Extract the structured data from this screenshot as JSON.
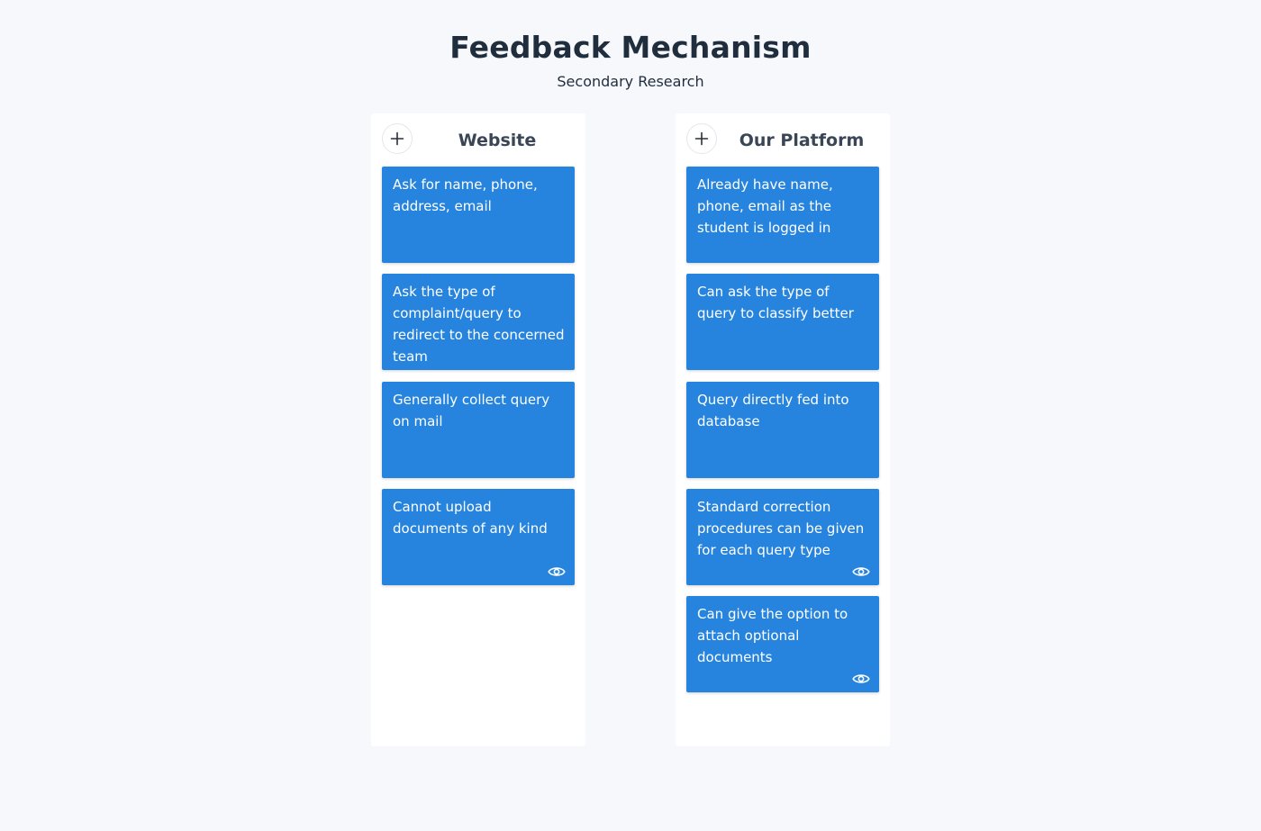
{
  "header": {
    "title": "Feedback Mechanism",
    "subtitle": "Secondary Research"
  },
  "columns": [
    {
      "title": "Website",
      "cards": [
        {
          "text": "Ask for name, phone, address, email",
          "has_eye_icon": false
        },
        {
          "text": "Ask the type of complaint/query to redirect to the concerned team",
          "has_eye_icon": false
        },
        {
          "text": "Generally collect query on mail",
          "has_eye_icon": false
        },
        {
          "text": "Cannot upload documents of any kind",
          "has_eye_icon": true
        }
      ]
    },
    {
      "title": "Our Platform",
      "cards": [
        {
          "text": "Already have name, phone, email as the student is logged in",
          "has_eye_icon": false
        },
        {
          "text": "Can ask the type of query to classify better",
          "has_eye_icon": false
        },
        {
          "text": "Query directly fed into database",
          "has_eye_icon": false
        },
        {
          "text": "Standard correction procedures can be given for each query type",
          "has_eye_icon": true
        },
        {
          "text": "Can give the option to attach optional documents",
          "has_eye_icon": true
        }
      ]
    }
  ],
  "icons": {
    "add": "plus-icon",
    "view": "eye-icon"
  },
  "colors": {
    "background": "#f7f8fc",
    "card": "#2684de",
    "card_text": "#ffffff",
    "title": "#1f2d3d",
    "column_title": "#3a4556"
  }
}
